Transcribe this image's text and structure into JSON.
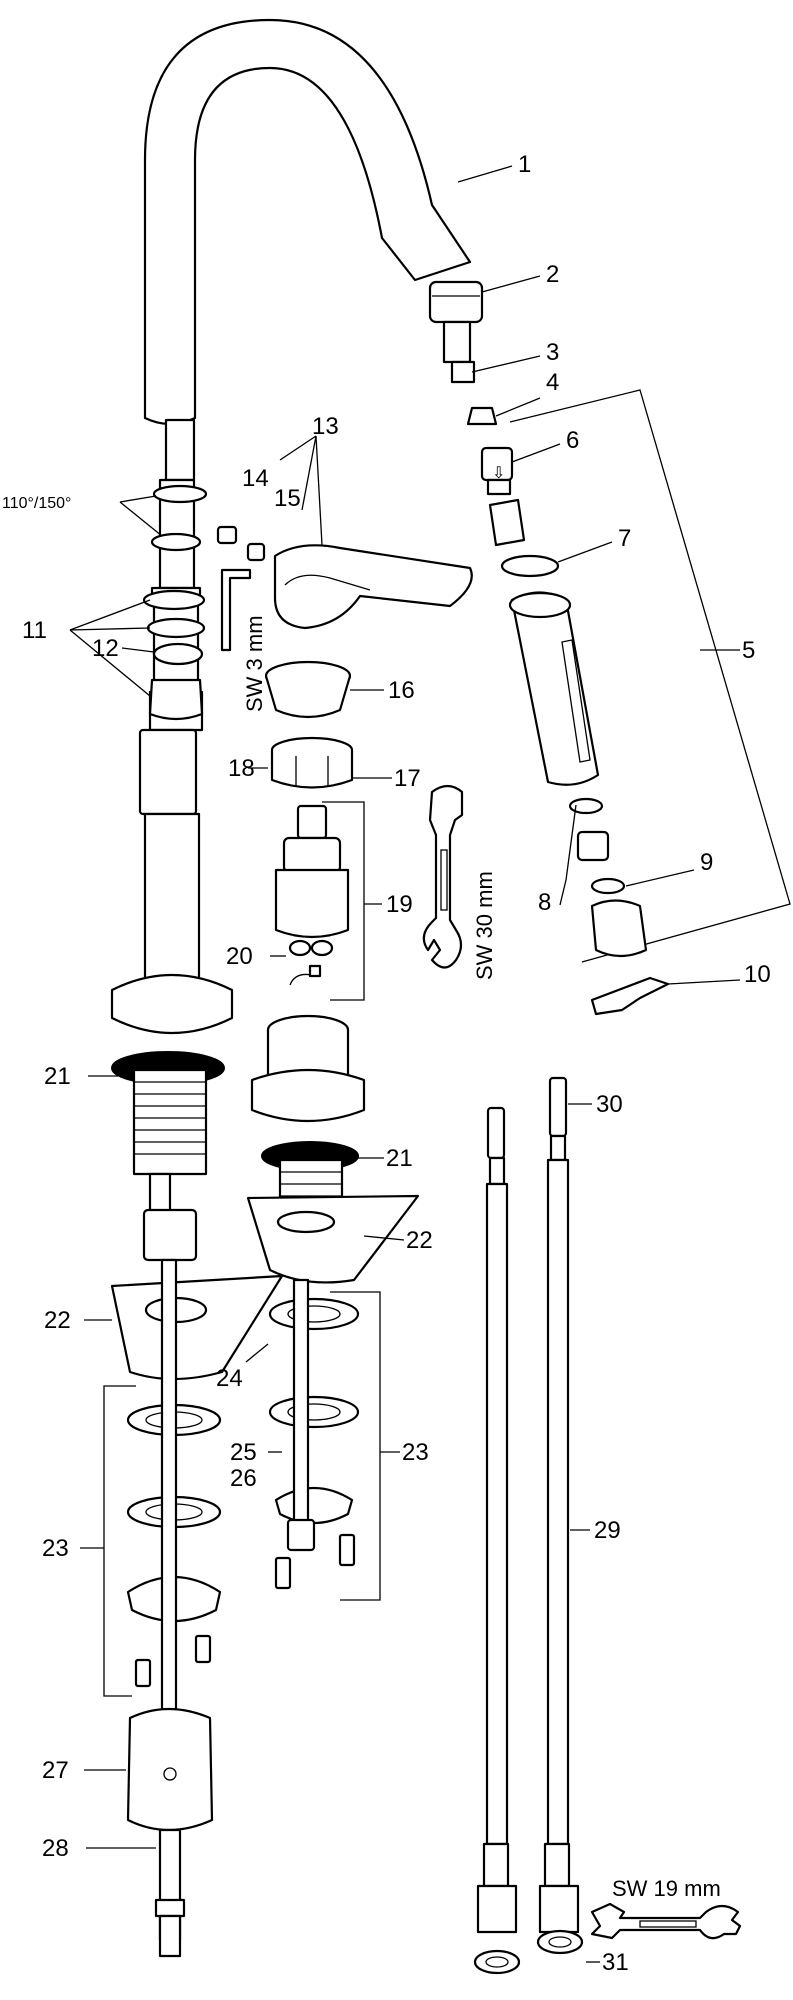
{
  "diagram": {
    "callouts": {
      "c1": "1",
      "c2": "2",
      "c3": "3",
      "c4": "4",
      "c5": "5",
      "c6": "6",
      "c7": "7",
      "c8": "8",
      "c9": "9",
      "c10": "10",
      "c11": "11",
      "c12": "12",
      "c13": "13",
      "c14": "14",
      "c15": "15",
      "c16": "16",
      "c17": "17",
      "c18": "18",
      "c19": "19",
      "c20": "20",
      "c21a": "21",
      "c21b": "21",
      "c22a": "22",
      "c22b": "22",
      "c23a": "23",
      "c23b": "23",
      "c24": "24",
      "c25": "25",
      "c26": "26",
      "c27": "27",
      "c28": "28",
      "c29": "29",
      "c30": "30",
      "c31": "31"
    },
    "notes": {
      "angle": "110°/150°",
      "hex_key": "SW 3 mm",
      "wrench_30": "SW 30 mm",
      "wrench_19": "SW 19 mm"
    }
  }
}
